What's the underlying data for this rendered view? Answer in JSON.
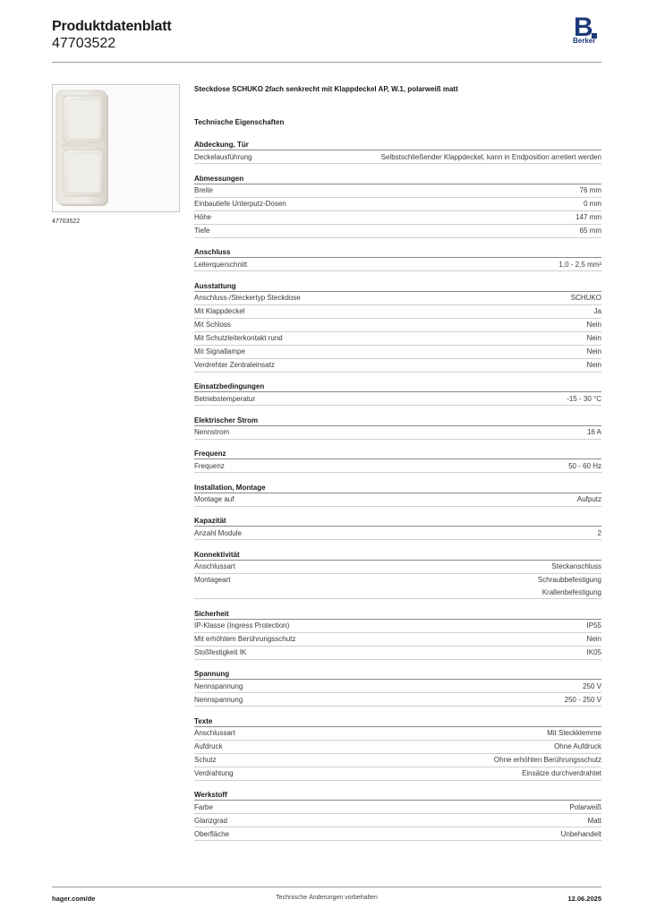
{
  "header": {
    "title": "Produktdatenblatt",
    "article_number": "47703522",
    "logo_letter": "B",
    "logo_text": "Berker",
    "brand_color": "#1e3a7a"
  },
  "image": {
    "caption": "47703522"
  },
  "product": {
    "title": "Steckdose SCHUKO 2fach senkrecht mit Klappdeckel AP, W.1, polarweiß matt",
    "section_title": "Technische Eigenschaften"
  },
  "groups": [
    {
      "title": "Abdeckung, Tür",
      "rows": [
        {
          "label": "Deckelausführung",
          "value": [
            "Selbstschließender Klappdeckel, kann in Endposition arretiert werden"
          ]
        }
      ]
    },
    {
      "title": "Abmessungen",
      "rows": [
        {
          "label": "Breite",
          "value": [
            "76 mm"
          ]
        },
        {
          "label": "Einbautiefe Unterputz-Dosen",
          "value": [
            "0 mm"
          ]
        },
        {
          "label": "Höhe",
          "value": [
            "147 mm"
          ]
        },
        {
          "label": "Tiefe",
          "value": [
            "65 mm"
          ]
        }
      ]
    },
    {
      "title": "Anschluss",
      "rows": [
        {
          "label": "Leiterquerschnitt",
          "value": [
            "1,0 - 2,5 mm²"
          ]
        }
      ]
    },
    {
      "title": "Ausstattung",
      "rows": [
        {
          "label": "Anschluss-/Steckertyp Steckdose",
          "value": [
            "SCHUKO"
          ]
        },
        {
          "label": "Mit Klappdeckel",
          "value": [
            "Ja"
          ]
        },
        {
          "label": "Mit Schloss",
          "value": [
            "Nein"
          ]
        },
        {
          "label": "Mit Schutzleiterkontakt rund",
          "value": [
            "Nein"
          ]
        },
        {
          "label": "Mit Signallampe",
          "value": [
            "Nein"
          ]
        },
        {
          "label": "Verdrehter Zentraleinsatz",
          "value": [
            "Nein"
          ]
        }
      ]
    },
    {
      "title": "Einsatzbedingungen",
      "rows": [
        {
          "label": "Betriebstemperatur",
          "value": [
            "-15 - 30 °C"
          ]
        }
      ]
    },
    {
      "title": "Elektrischer Strom",
      "rows": [
        {
          "label": "Nennstrom",
          "value": [
            "16 A"
          ]
        }
      ]
    },
    {
      "title": "Frequenz",
      "rows": [
        {
          "label": "Frequenz",
          "value": [
            "50 - 60 Hz"
          ]
        }
      ]
    },
    {
      "title": "Installation, Montage",
      "rows": [
        {
          "label": "Montage auf",
          "value": [
            "Aufputz"
          ]
        }
      ]
    },
    {
      "title": "Kapazität",
      "rows": [
        {
          "label": "Anzahl Module",
          "value": [
            "2"
          ]
        }
      ]
    },
    {
      "title": "Konnektivität",
      "rows": [
        {
          "label": "Anschlussart",
          "value": [
            "Steckanschluss"
          ]
        },
        {
          "label": "Montageart",
          "value": [
            "Schraubbefestigung",
            "Krallenbefestigung"
          ]
        }
      ]
    },
    {
      "title": "Sicherheit",
      "rows": [
        {
          "label": "IP-Klasse (Ingress Protection)",
          "value": [
            "IP55"
          ]
        },
        {
          "label": "Mit erhöhtem Berührungsschutz",
          "value": [
            "Nein"
          ]
        },
        {
          "label": "Stoßfestigkeit IK",
          "value": [
            "IK05"
          ]
        }
      ]
    },
    {
      "title": "Spannung",
      "rows": [
        {
          "label": "Nennspannung",
          "value": [
            "250 V"
          ]
        },
        {
          "label": "Nennspannung",
          "value": [
            "250 - 250 V"
          ]
        }
      ]
    },
    {
      "title": "Texte",
      "rows": [
        {
          "label": "Anschlussart",
          "value": [
            "Mit Steckklemme"
          ]
        },
        {
          "label": "Aufdruck",
          "value": [
            "Ohne Aufdruck"
          ]
        },
        {
          "label": "Schutz",
          "value": [
            "Ohne erhöhten Berührungsschutz"
          ]
        },
        {
          "label": "Verdrahtung",
          "value": [
            "Einsätze durchverdrahtet"
          ]
        }
      ]
    },
    {
      "title": "Werkstoff",
      "rows": [
        {
          "label": "Farbe",
          "value": [
            "Polarweiß"
          ]
        },
        {
          "label": "Glanzgrad",
          "value": [
            "Matt"
          ]
        },
        {
          "label": "Oberfläche",
          "value": [
            "Unbehandelt"
          ]
        }
      ]
    }
  ],
  "footer": {
    "website": "hager.com/de",
    "notice": "Technische Änderungen vorbehalten",
    "date": "12.06.2025"
  }
}
